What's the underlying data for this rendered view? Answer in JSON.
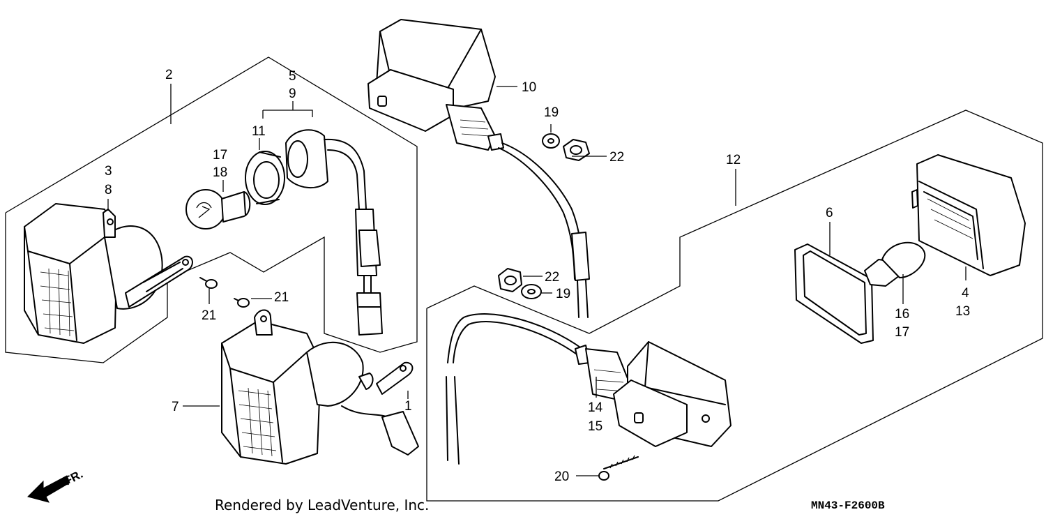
{
  "callouts": {
    "c1": "1",
    "c2": "2",
    "c3": "3",
    "c4": "4",
    "c5": "5",
    "c6": "6",
    "c7": "7",
    "c8": "8",
    "c9": "9",
    "c10": "10",
    "c11": "11",
    "c12": "12",
    "c13": "13",
    "c14": "14",
    "c15": "15",
    "c16": "16",
    "c17": "17",
    "c17b": "17",
    "c18": "18",
    "c19": "19",
    "c19b": "19",
    "c20": "20",
    "c21": "21",
    "c21b": "21",
    "c22": "22",
    "c22b": "22"
  },
  "direction_label": "FR.",
  "footer": {
    "credit": "Rendered by LeadVenture, Inc.",
    "code": "MN43-F2600B"
  }
}
